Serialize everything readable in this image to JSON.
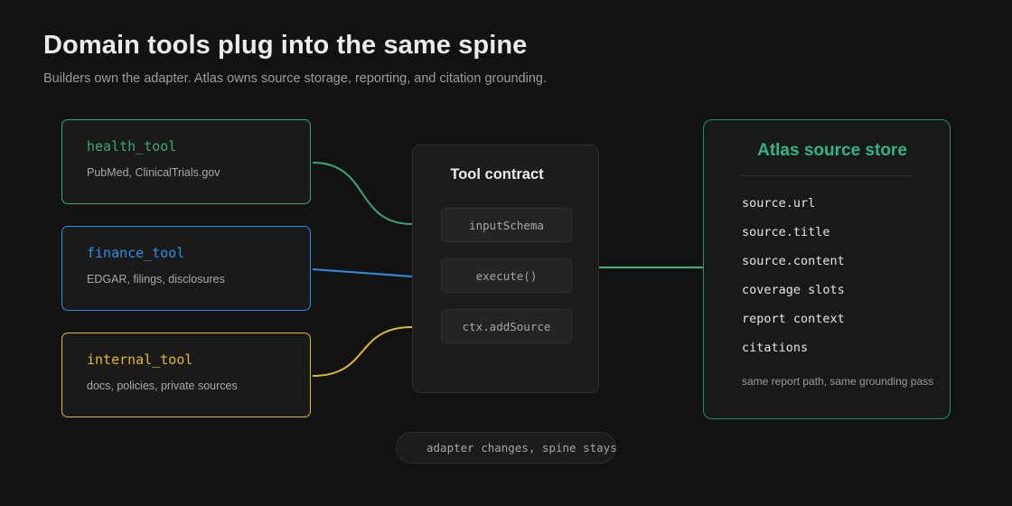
{
  "header": {
    "title": "Domain tools plug into the same spine",
    "subtitle": "Builders own the adapter. Atlas owns source storage, reporting, and citation grounding."
  },
  "tools": [
    {
      "name": "health_tool",
      "desc": "PubMed, ClinicalTrials.gov",
      "color": "#3aa878"
    },
    {
      "name": "finance_tool",
      "desc": "EDGAR, filings, disclosures",
      "color": "#2d8fe6"
    },
    {
      "name": "internal_tool",
      "desc": "docs, policies, private sources",
      "color": "#e0bb2f"
    }
  ],
  "contract": {
    "title": "Tool contract",
    "items": [
      "inputSchema",
      "execute()",
      "ctx.addSource"
    ]
  },
  "store": {
    "title": "Atlas source store",
    "fields": [
      "source.url",
      "source.title",
      "source.content",
      "coverage slots",
      "report context",
      "citations"
    ],
    "note": "same report path, same grounding pass",
    "accent": "#36b382"
  },
  "footer": {
    "badge": "adapter changes, spine stays"
  }
}
